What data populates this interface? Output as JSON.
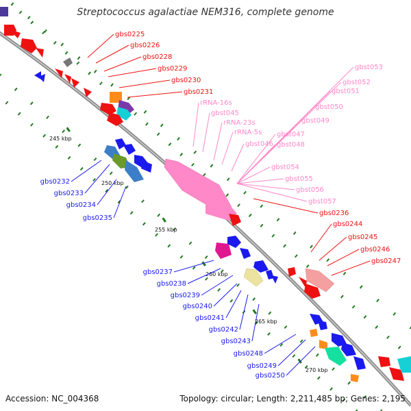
{
  "title": "Streptococcus agalactiae NEM316, complete genome",
  "footer": {
    "accession": "Accession: NC_004368",
    "summary": "Topology: circular; Length: 2,211,485 bp; Genes: 2,195"
  },
  "kbp_ticks": [
    "245 kbp",
    "250 kbp",
    "255 kbp",
    "260 kbp",
    "265 kbp",
    "270 kbp"
  ],
  "colors": {
    "red": "#ee1111",
    "blue": "#1a1aee",
    "pink": "#ff88c8",
    "backbone": "#8a8a8a",
    "tick_green": "#1f7a1f"
  },
  "labels": {
    "red_outer": [
      "gbs0225",
      "gbs0226",
      "gbs0228",
      "gbs0229",
      "gbs0230",
      "gbs0231"
    ],
    "pink": [
      "rRNA-16s",
      "gbst045",
      "rRNA-23s",
      "rRNA-5s",
      "gbst046",
      "gbst047",
      "gbst048",
      "gbst049",
      "gbst050",
      "gbst051",
      "gbst052",
      "gbst053",
      "gbst054",
      "gbst055",
      "gbst056",
      "gbst057"
    ],
    "red_inner": [
      "gbs0236",
      "gbs0244",
      "gbs0245",
      "gbs0246",
      "gbs0247"
    ],
    "blue_group1": [
      "gbs0232",
      "gbs0233",
      "gbs0234",
      "gbs0235"
    ],
    "blue_group2": [
      "gbs0237",
      "gbs0238",
      "gbs0239",
      "gbs0240",
      "gbs0241",
      "gbs0242",
      "gbs0243",
      "gbs0248",
      "gbs0249",
      "gbs0250"
    ]
  }
}
